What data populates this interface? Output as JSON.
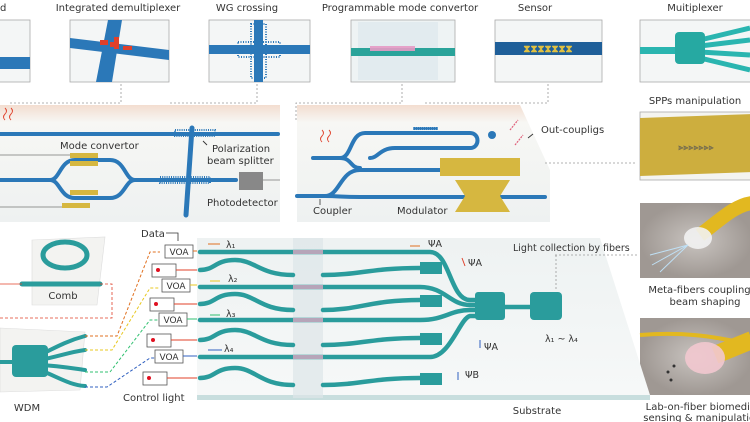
{
  "top_labels": {
    "left_cut": "d",
    "demux": "Integrated demultiplexer",
    "crossing": "WG crossing",
    "prog_mode": "Programmable mode convertor",
    "sensor": "Sensor",
    "multiplexer": "Muitiplexer"
  },
  "left_panel": {
    "mode_convertor": "Mode convertor",
    "pbs_line1": "Polarization",
    "pbs_line2": "beam splitter",
    "photodetector": "Photodetector"
  },
  "middle_panel": {
    "coupler": "Coupler",
    "modulator": "Modulator",
    "out_couplings": "Out-coupligs"
  },
  "right_panel": {
    "spps": "SPPs manipulation",
    "meta_line1": "Meta-fibers coupling &",
    "meta_line2": "beam shaping",
    "lab_line1": "Lab-on-fiber biomedical",
    "lab_line2": "sensing & manipulations"
  },
  "bottom": {
    "comb": "Comb",
    "wdm": "WDM",
    "data": "Data",
    "voa": "VOA",
    "control_light": "Control light",
    "lambda1": "λ₁",
    "lambda2": "λ₂",
    "lambda3": "λ₃",
    "lambda4": "λ₄",
    "psi_a": "ΨA",
    "psi_b": "ΨB",
    "light_collection": "Light collection by fibers",
    "lambda_range": "λ₁ ~ λ₄",
    "substrate": "Substrate"
  },
  "colors": {
    "waveguide_blue": "#2b78b8",
    "waveguide_teal": "#2a9c9c",
    "gold": "#d6b740",
    "red": "#e0402a"
  }
}
